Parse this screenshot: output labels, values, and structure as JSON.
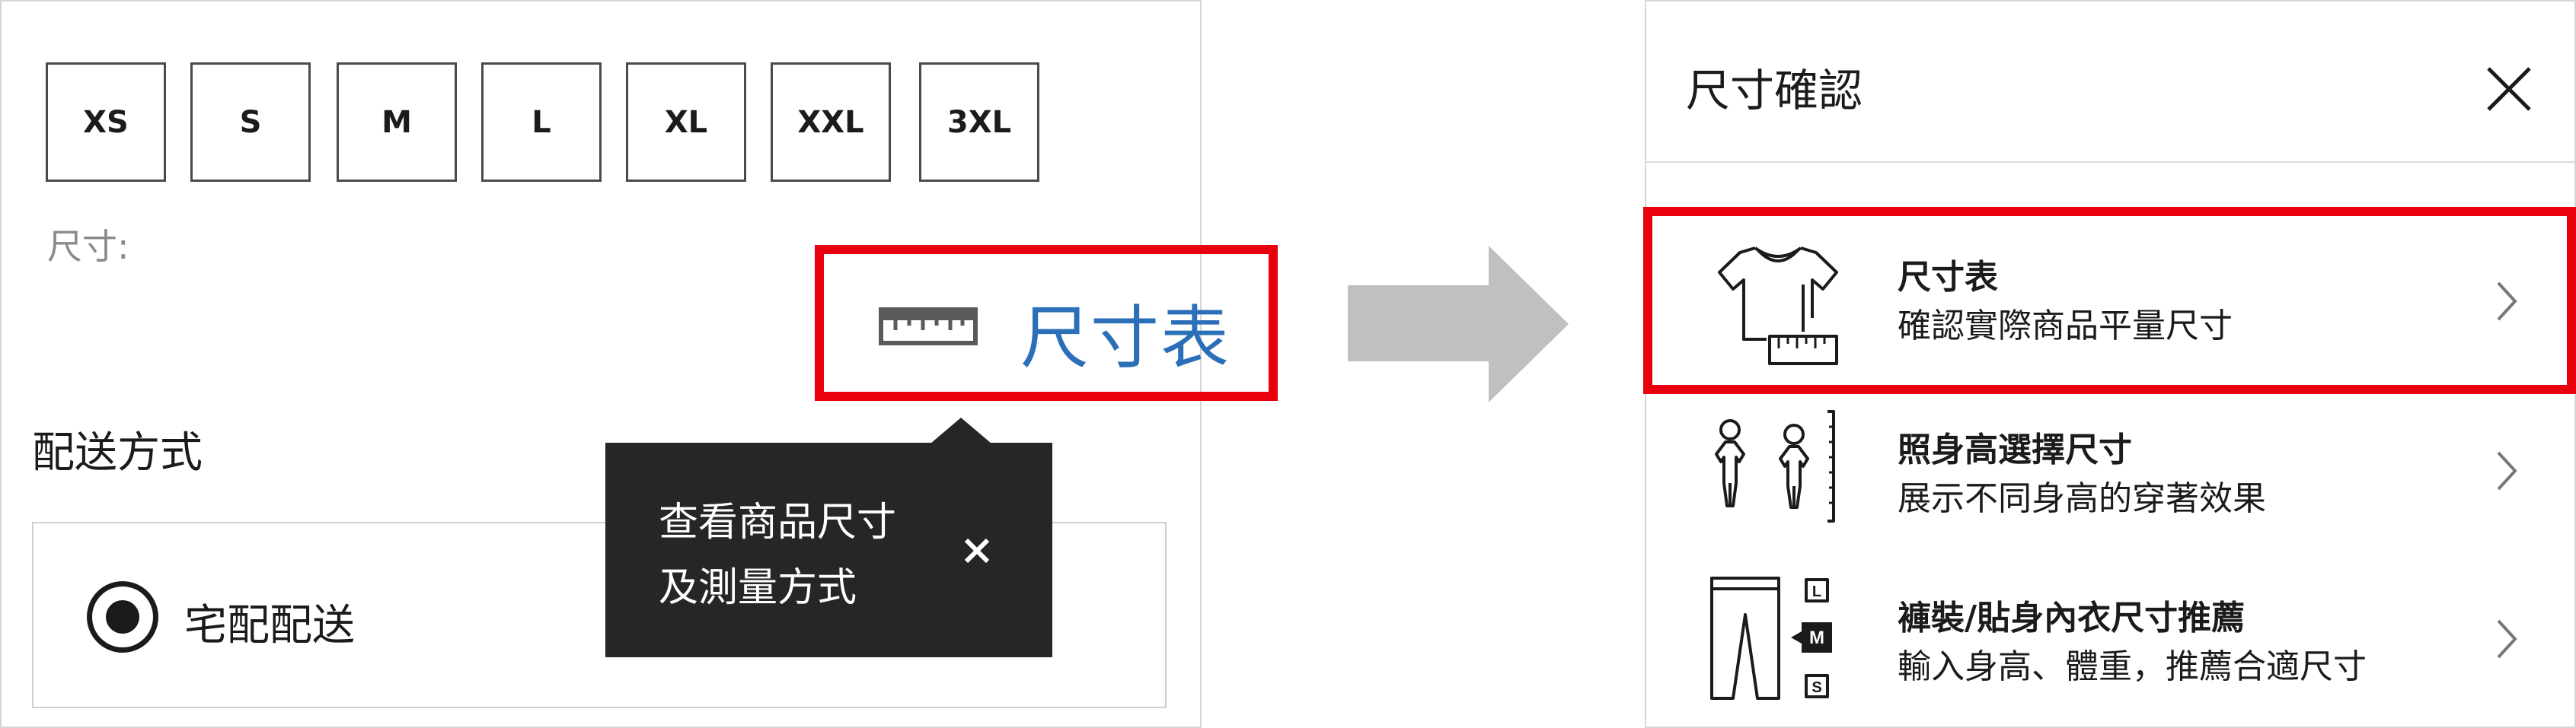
{
  "sizes": [
    "XS",
    "S",
    "M",
    "L",
    "XL",
    "XXL",
    "3XL"
  ],
  "size_caption": "尺寸:",
  "size_chart_link": "尺寸表",
  "delivery_label": "配送方式",
  "delivery_option": "宅配配送",
  "tooltip": {
    "line1": "查看商品尺寸",
    "line2": "及測量方式"
  },
  "modal": {
    "title": "尺寸確認",
    "items": [
      {
        "title": "尺寸表",
        "desc": "確認實際商品平量尺寸",
        "icon": "tshirt-ruler-icon"
      },
      {
        "title": "照身高選擇尺寸",
        "desc": "展示不同身高的穿著效果",
        "icon": "body-height-icon"
      },
      {
        "title": "褲裝/貼身內衣尺寸推薦",
        "desc": "輸入身高、體重，推薦合適尺寸",
        "icon": "pants-size-icon"
      }
    ]
  },
  "size_letters_on_icon": [
    "L",
    "M",
    "S"
  ],
  "colors": {
    "highlight": "#e8000f",
    "link": "#2a6fb8",
    "tooltip_bg": "#262626",
    "arrow": "#c0c0c0"
  }
}
